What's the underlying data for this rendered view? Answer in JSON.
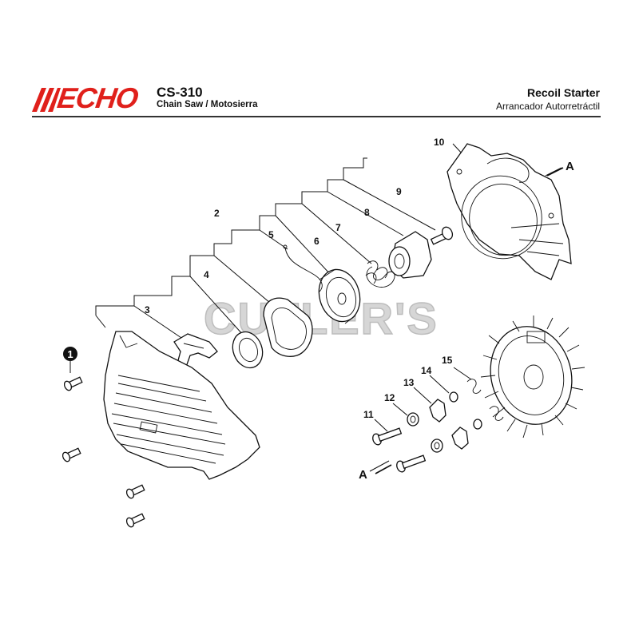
{
  "header": {
    "brand": "ECHO",
    "model": "CS-310",
    "subtitle": "Chain Saw / Motosierra",
    "section_title": "Recoil Starter",
    "section_subtitle": "Arrancador Autorretráctil"
  },
  "watermark": "CUTLER'S",
  "callouts": {
    "c1": "1",
    "c2": "2",
    "c3": "3",
    "c4": "4",
    "c5": "5",
    "c6": "6",
    "c7": "7",
    "c8": "8",
    "c9": "9",
    "c10": "10",
    "c11": "11",
    "c12": "12",
    "c13": "13",
    "c14": "14",
    "c15": "15",
    "ref_a_top": "A",
    "ref_a_bottom": "A"
  },
  "colors": {
    "brand": "#e0201b",
    "ink": "#111111",
    "watermark": "#d6d6d6"
  }
}
